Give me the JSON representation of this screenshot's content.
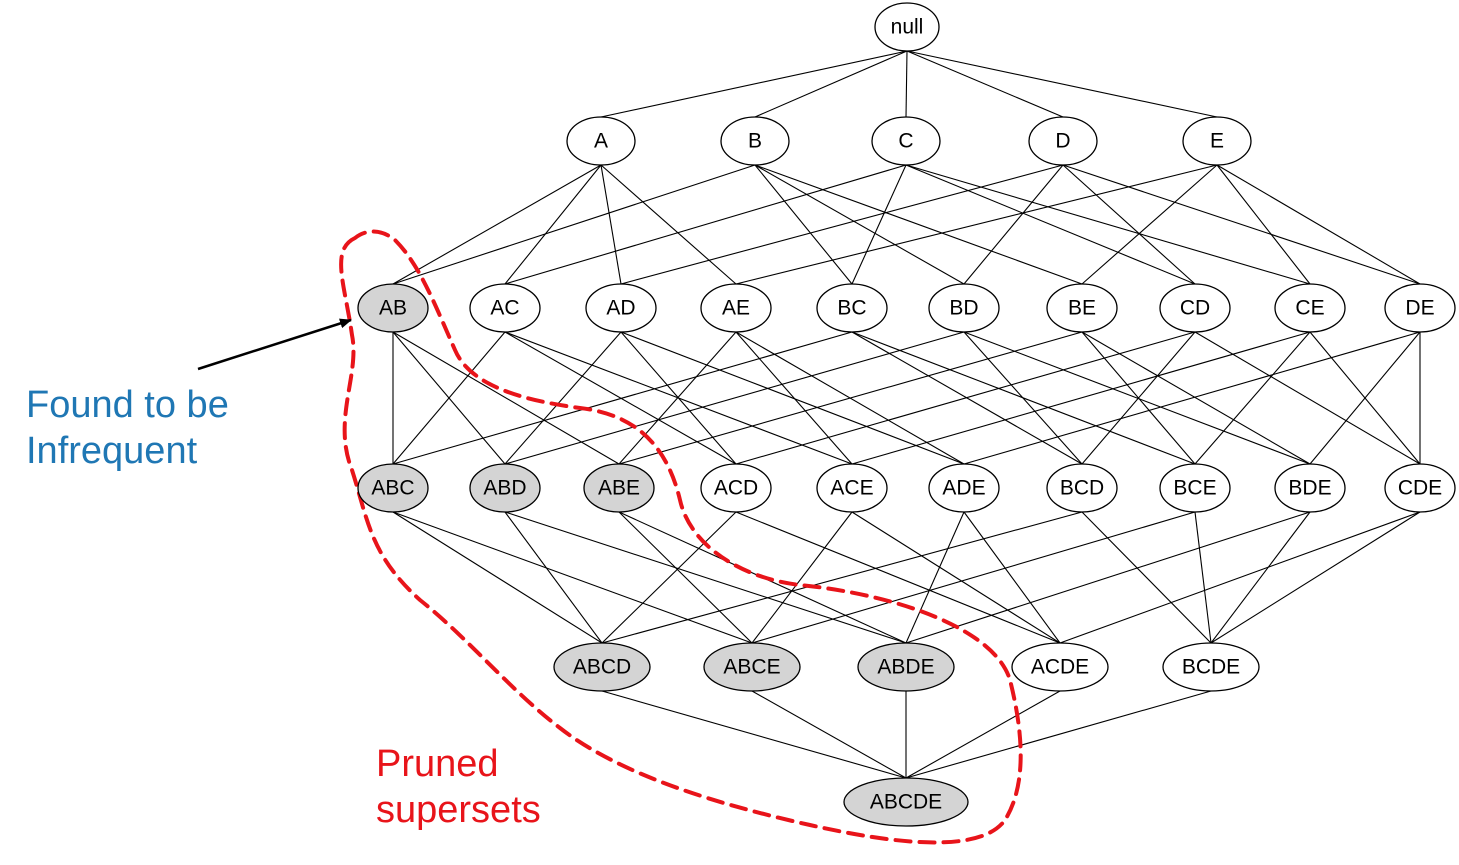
{
  "colors": {
    "pruned_fill": "#d4d4d4",
    "normal_fill": "#ffffff",
    "edge": "#000000",
    "pruned_boundary": "#e8141a",
    "infrequent_text": "#1f77b4",
    "pruned_text": "#e8141a"
  },
  "captions": {
    "infrequent": {
      "line1": "Found to be",
      "line2": "Infrequent"
    },
    "pruned": {
      "line1": "Pruned",
      "line2": "supersets"
    }
  },
  "levels": [
    [
      "null"
    ],
    [
      "A",
      "B",
      "C",
      "D",
      "E"
    ],
    [
      "AB",
      "AC",
      "AD",
      "AE",
      "BC",
      "BD",
      "BE",
      "CD",
      "CE",
      "DE"
    ],
    [
      "ABC",
      "ABD",
      "ABE",
      "ACD",
      "ACE",
      "ADE",
      "BCD",
      "BCE",
      "BDE",
      "CDE"
    ],
    [
      "ABCD",
      "ABCE",
      "ABDE",
      "ACDE",
      "BCDE"
    ],
    [
      "ABCDE"
    ]
  ],
  "infrequent_itemset": "AB",
  "pruned_itemsets": [
    "AB",
    "ABC",
    "ABD",
    "ABE",
    "ABCD",
    "ABCE",
    "ABDE",
    "ABCDE"
  ]
}
